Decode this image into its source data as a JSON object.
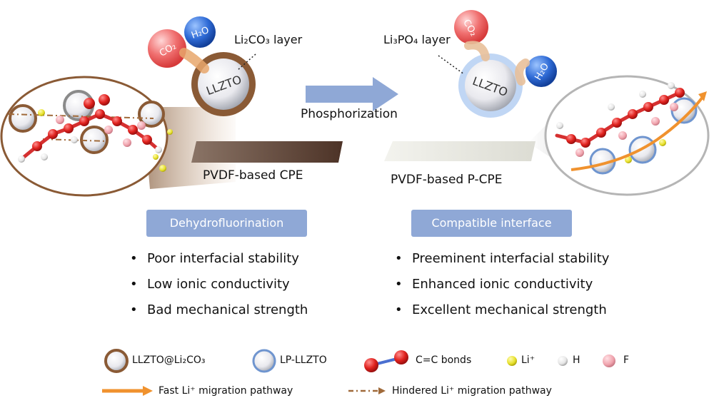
{
  "labels": {
    "li2co3_layer": "Li₂CO₃ layer",
    "li3po4_layer": "Li₃PO₄ layer",
    "phosphorization": "Phosphorization",
    "cpe": "PVDF-based CPE",
    "pcpe": "PVDF-based P-CPE",
    "llzto": "LLZTO",
    "co2": "CO₂",
    "h2o": "H₂O"
  },
  "left_panel": {
    "badge": "Dehydrofluorination",
    "bullets": [
      "Poor interfacial stability",
      "Low ionic conductivity",
      "Bad mechanical strength"
    ]
  },
  "right_panel": {
    "badge": "Compatible interface",
    "bullets": [
      "Preeminent interfacial stability",
      "Enhanced ionic conductivity",
      "Excellent mechanical strength"
    ]
  },
  "legend": {
    "llzto_li2co3": "LLZTO@Li₂CO₃",
    "lp_llzto": "LP-LLZTO",
    "cc_bonds": "C=C bonds",
    "li": "Li⁺",
    "h": "H",
    "f": "F",
    "fast_path": "Fast Li⁺ migration pathway",
    "hindered_path": "Hindered Li⁺ migration pathway"
  },
  "colors": {
    "badge": "#8fa8d6",
    "arrow": "#8fa8d6",
    "brown": "#8a5a35",
    "blue_shell": "#6f95cf",
    "orange": "#f0922e",
    "carbon": "#e0221e",
    "fluorine": "#f0a3ad",
    "lithium": "#e6e02a"
  }
}
